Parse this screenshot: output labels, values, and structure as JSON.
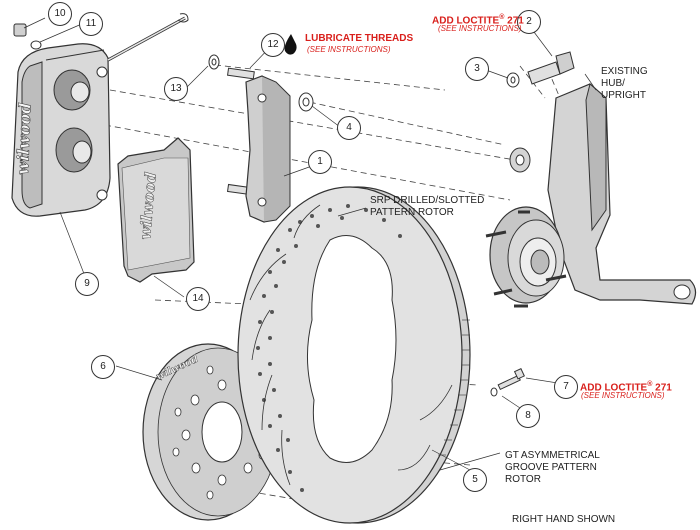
{
  "labels": {
    "lubricate_threads": "LUBRICATE THREADS",
    "see_instructions_1": "(SEE INSTRUCTIONS)",
    "add_loctite_top": "ADD LOCTITE",
    "loctite_num_top": "271",
    "see_instructions_2": "(SEE INSTRUCTIONS)",
    "add_loctite_bottom": "ADD LOCTITE",
    "loctite_num_bottom": "271",
    "see_instructions_3": "(SEE INSTRUCTIONS)",
    "registered": "®",
    "existing_hub_line1": "EXISTING",
    "existing_hub_line2": "HUB/",
    "existing_hub_line3": "UPRIGHT",
    "srp_line1": "SRP DRILLED/SLOTTED",
    "srp_line2": "PATTERN ROTOR",
    "gt_line1": "GT ASYMMETRICAL",
    "gt_line2": "GROOVE PATTERN",
    "gt_line3": "ROTOR",
    "right_hand": "RIGHT HAND SHOWN",
    "caliper_brand": "wilwood",
    "pad_brand": "wilwood",
    "hat_brand": "wilwood"
  },
  "callouts": {
    "c1": "1",
    "c2": "2",
    "c3": "3",
    "c4": "4",
    "c5": "5",
    "c6": "6",
    "c7": "7",
    "c8": "8",
    "c9": "9",
    "c10": "10",
    "c11": "11",
    "c12": "12",
    "c13": "13",
    "c14": "14"
  },
  "colors": {
    "accent_red": "#d9201c",
    "line": "#333333",
    "part_fill": "#d9d9d9",
    "part_dark": "#9a9a9a"
  }
}
